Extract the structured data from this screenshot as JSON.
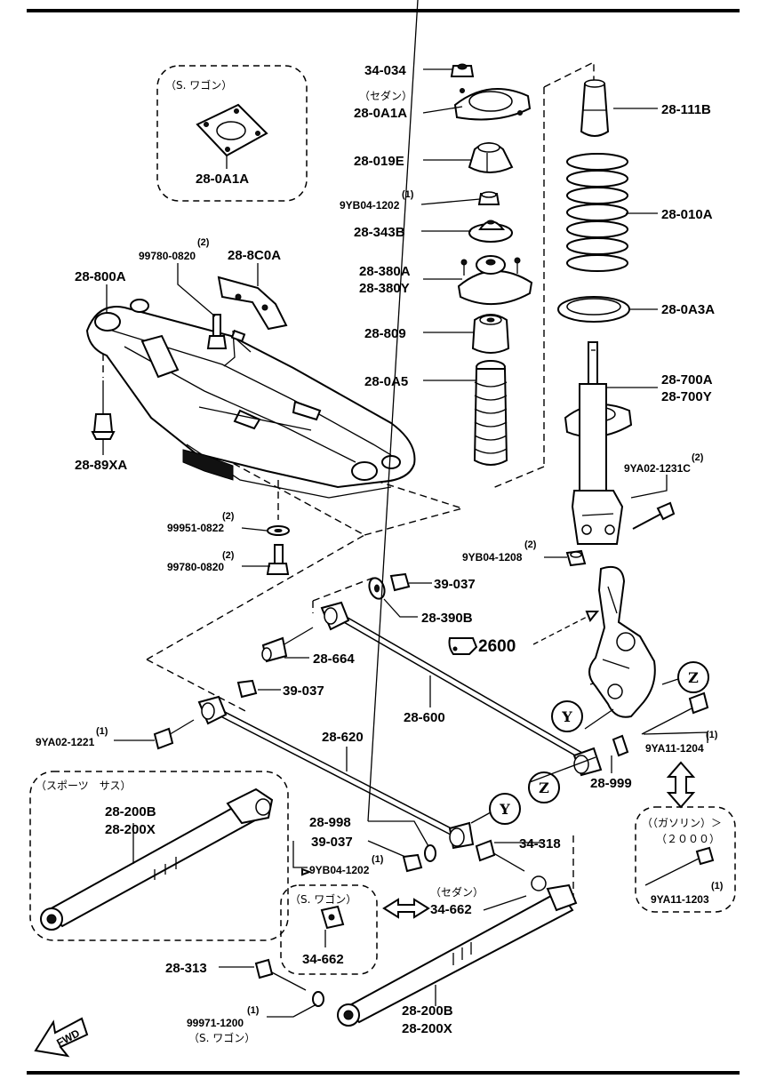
{
  "callouts": {
    "c34_034": "34-034",
    "sedan_jp_top": "（セダン）",
    "c28_0A1A": "28-0A1A",
    "wagon_top_jp": "（S. ワゴン）",
    "c28_0A1A_box": "28-0A1A",
    "c28_111B": "28-111B",
    "c28_019E": "28-019E",
    "q_9YB04_top": "(1)",
    "c9YB04_1202_top": "9YB04-1202",
    "c28_343B": "28-343B",
    "c28_010A": "28-010A",
    "c28_380A": "28-380A",
    "c28_380Y": "28-380Y",
    "c28_0A3A": "28-0A3A",
    "c28_809": "28-809",
    "c28_0A5": "28-0A5",
    "c28_700A": "28-700A",
    "c28_700Y": "28-700Y",
    "c28_800A": "28-800A",
    "q_99780_top": "(2)",
    "c99780_0820_top": "99780-0820",
    "c28_8C0A": "28-8C0A",
    "c28_89XA": "28-89XA",
    "q_9YA02_1231C": "(2)",
    "c9YA02_1231C": "9YA02-1231C",
    "q_99951": "(2)",
    "c99951_0822": "99951-0822",
    "q_99780_bot": "(2)",
    "c99780_0820_bot": "99780-0820",
    "q_9YB04_1208": "(2)",
    "c9YB04_1208": "9YB04-1208",
    "c39_037_top": "39-037",
    "c28_390B": "28-390B",
    "c2600": "2600",
    "z_top": "Z",
    "c28_664": "28-664",
    "c39_037_mid": "39-037",
    "c28_600": "28-600",
    "y_mid": "Y",
    "q_9YA02_1221": "(1)",
    "c9YA02_1221": "9YA02-1221",
    "c28_620": "28-620",
    "q_9YA11_1204": "(1)",
    "c9YA11_1204": "9YA11-1204",
    "z_mid": "Z",
    "c28_999": "28-999",
    "sports_jp": "（スポーツ　サス）",
    "c28_200B_box": "28-200B",
    "c28_200X_box": "28-200X",
    "c28_998": "28-998",
    "y_bot": "Y",
    "c39_037_bot": "39-037",
    "c34_318": "34-318",
    "q_9YB04_bot": "(1)",
    "c9YB04_1202_bot": "9YB04-1202",
    "gasoline_jp": "（（ガソリン）＞",
    "year_jp": "（２０００）",
    "wagon_mid_jp": "（S. ワゴン）",
    "sedan_jp_mid": "（セダン）",
    "c34_662": "34-662",
    "c34_662_box": "34-662",
    "q_9YA11_1203": "(1)",
    "c9YA11_1203": "9YA11-1203",
    "c28_313": "28-313",
    "q_99971": "(1)",
    "c99971_1200": "99971-1200",
    "wagon_bot_jp": "（S. ワゴン）",
    "c28_200B": "28-200B",
    "c28_200X": "28-200X",
    "fwd": "FWD"
  }
}
